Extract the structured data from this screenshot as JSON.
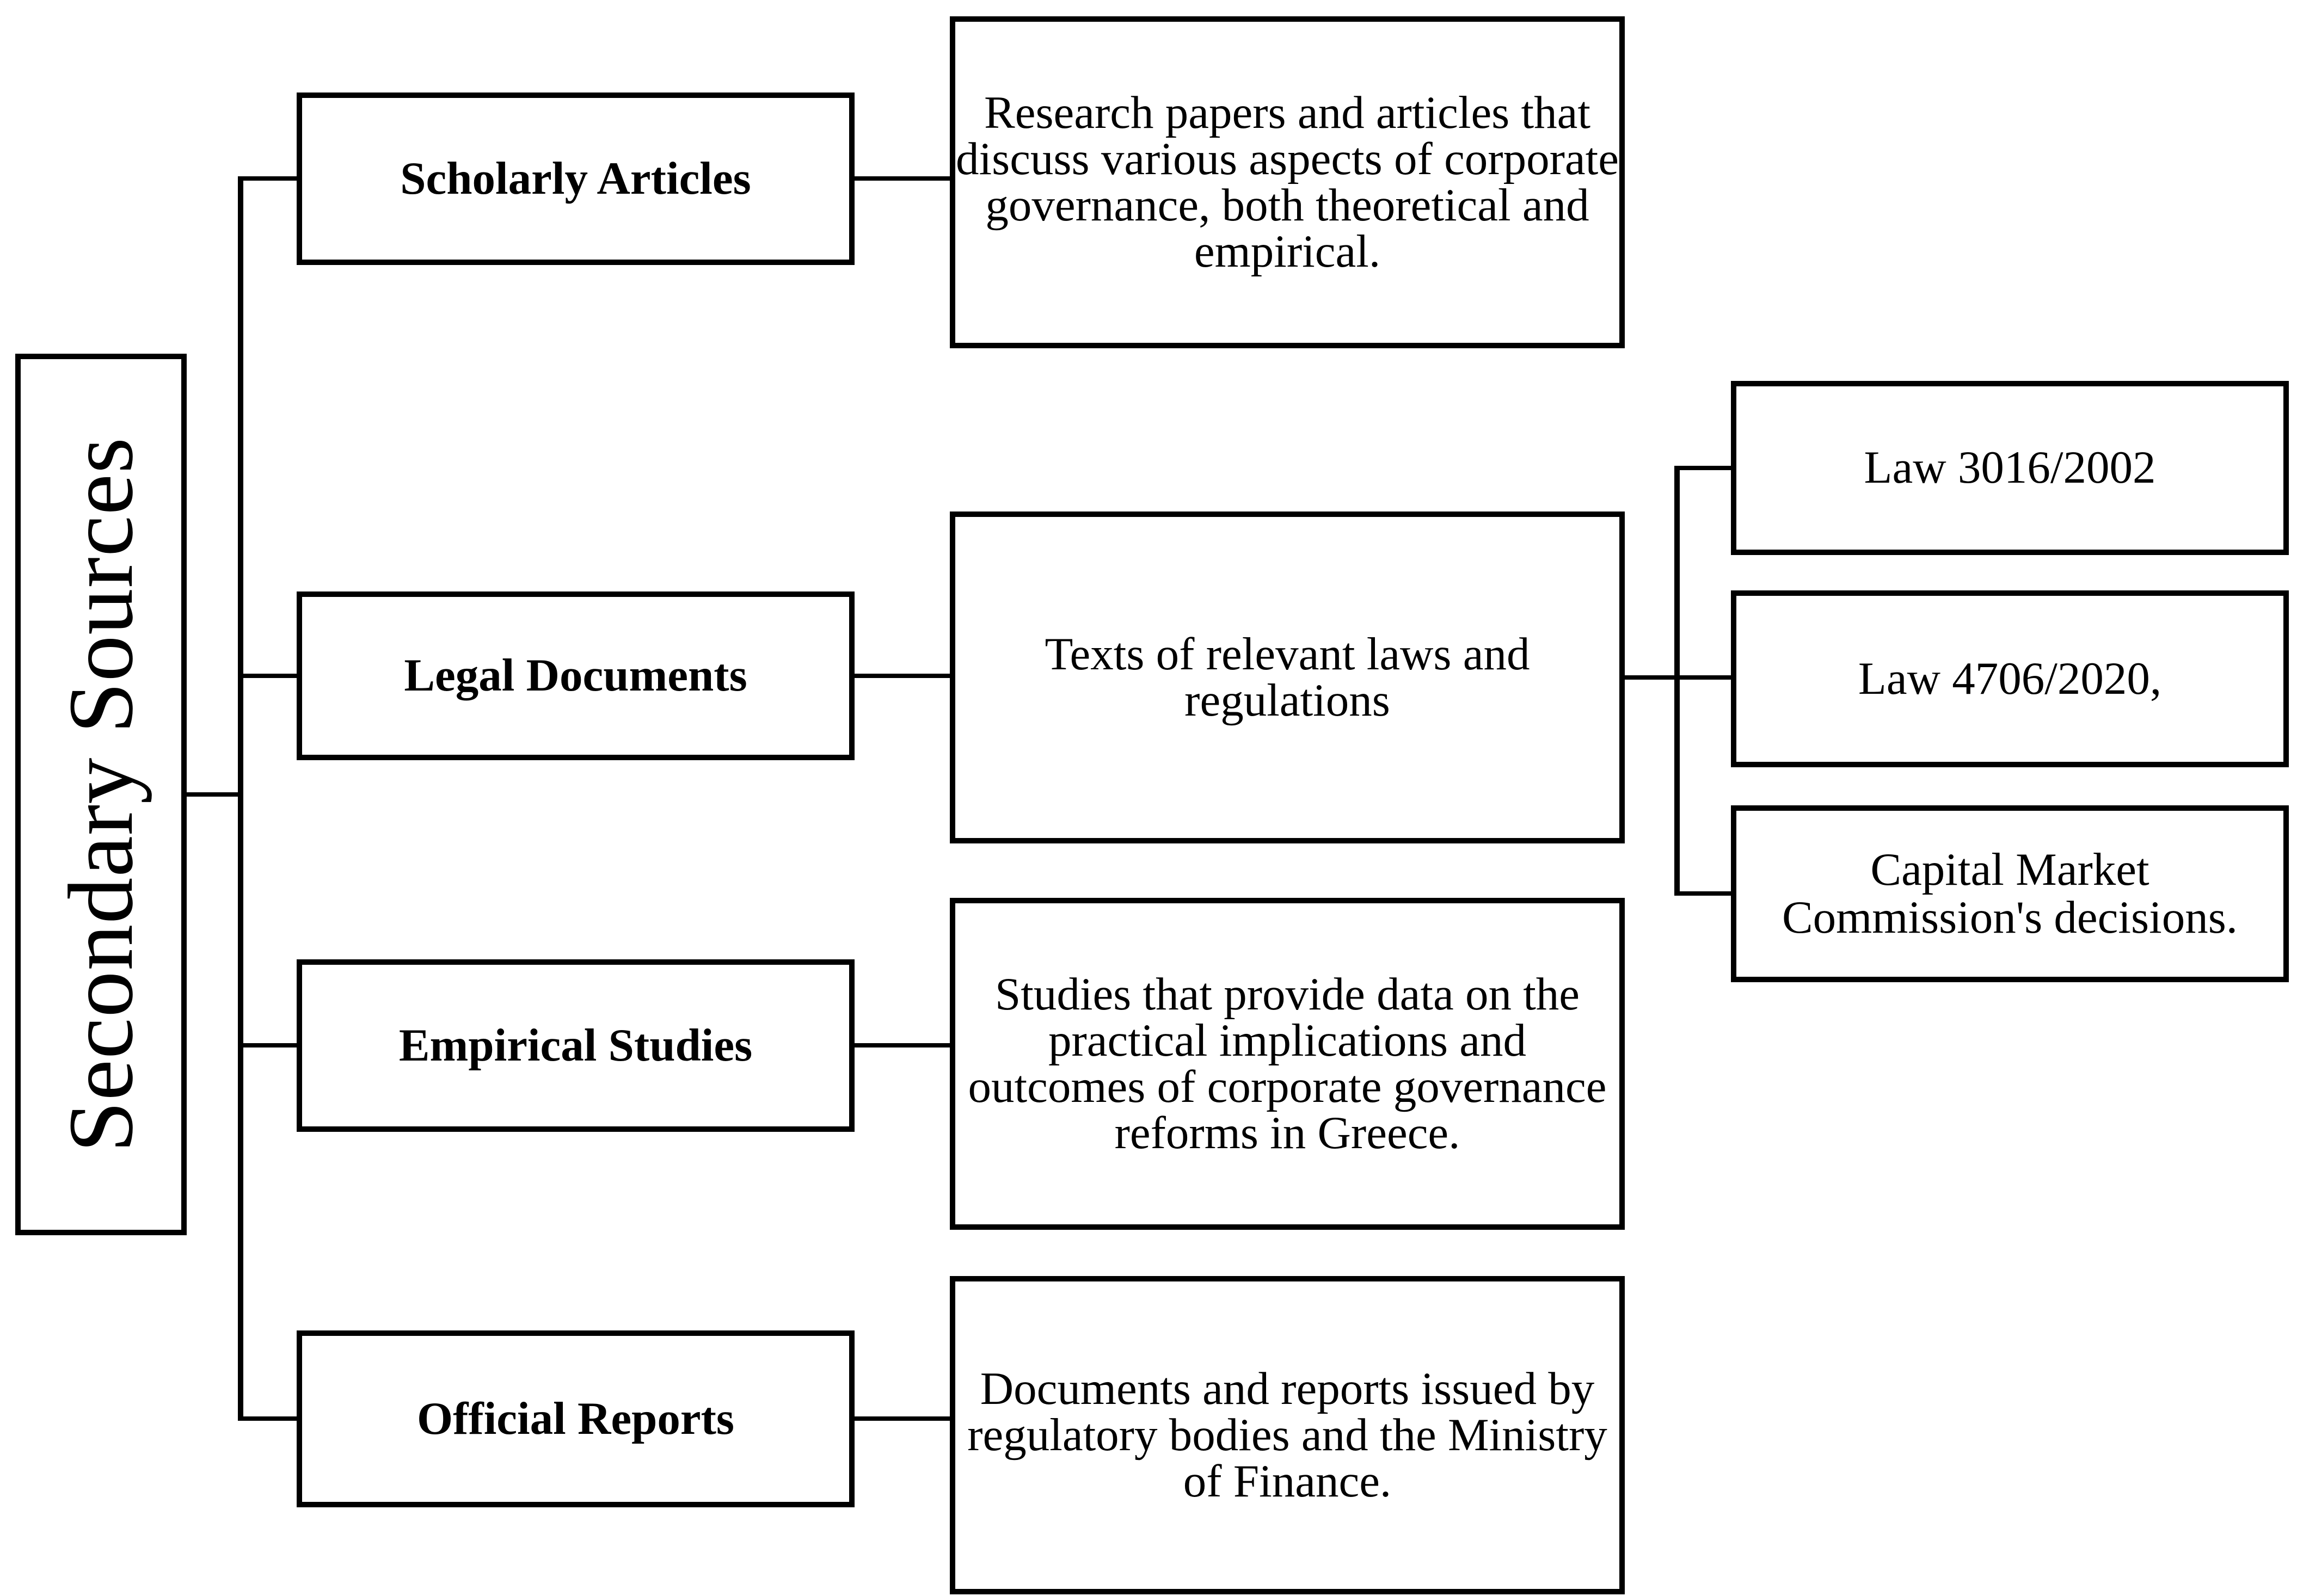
{
  "diagram": {
    "root": {
      "label": "Secondary Sources"
    },
    "categories": [
      {
        "label": "Scholarly Articles",
        "description": "Research papers and articles that discuss various aspects of corporate governance, both theoretical and empirical."
      },
      {
        "label": "Legal Documents",
        "description": "Texts of relevant laws and regulations"
      },
      {
        "label": "Empirical Studies",
        "description": "Studies that provide data on the practical implications and outcomes of corporate governance reforms in Greece."
      },
      {
        "label": "Official Reports",
        "description": "Documents and reports issued by regulatory bodies and the Ministry of Finance."
      }
    ],
    "laws": [
      {
        "label": "Law 3016/2002"
      },
      {
        "label": "Law 4706/2020,"
      },
      {
        "label": "Capital Market Commission's decisions."
      }
    ],
    "colors": {
      "line": "#000000",
      "background": "#ffffff",
      "text": "#000000"
    }
  }
}
